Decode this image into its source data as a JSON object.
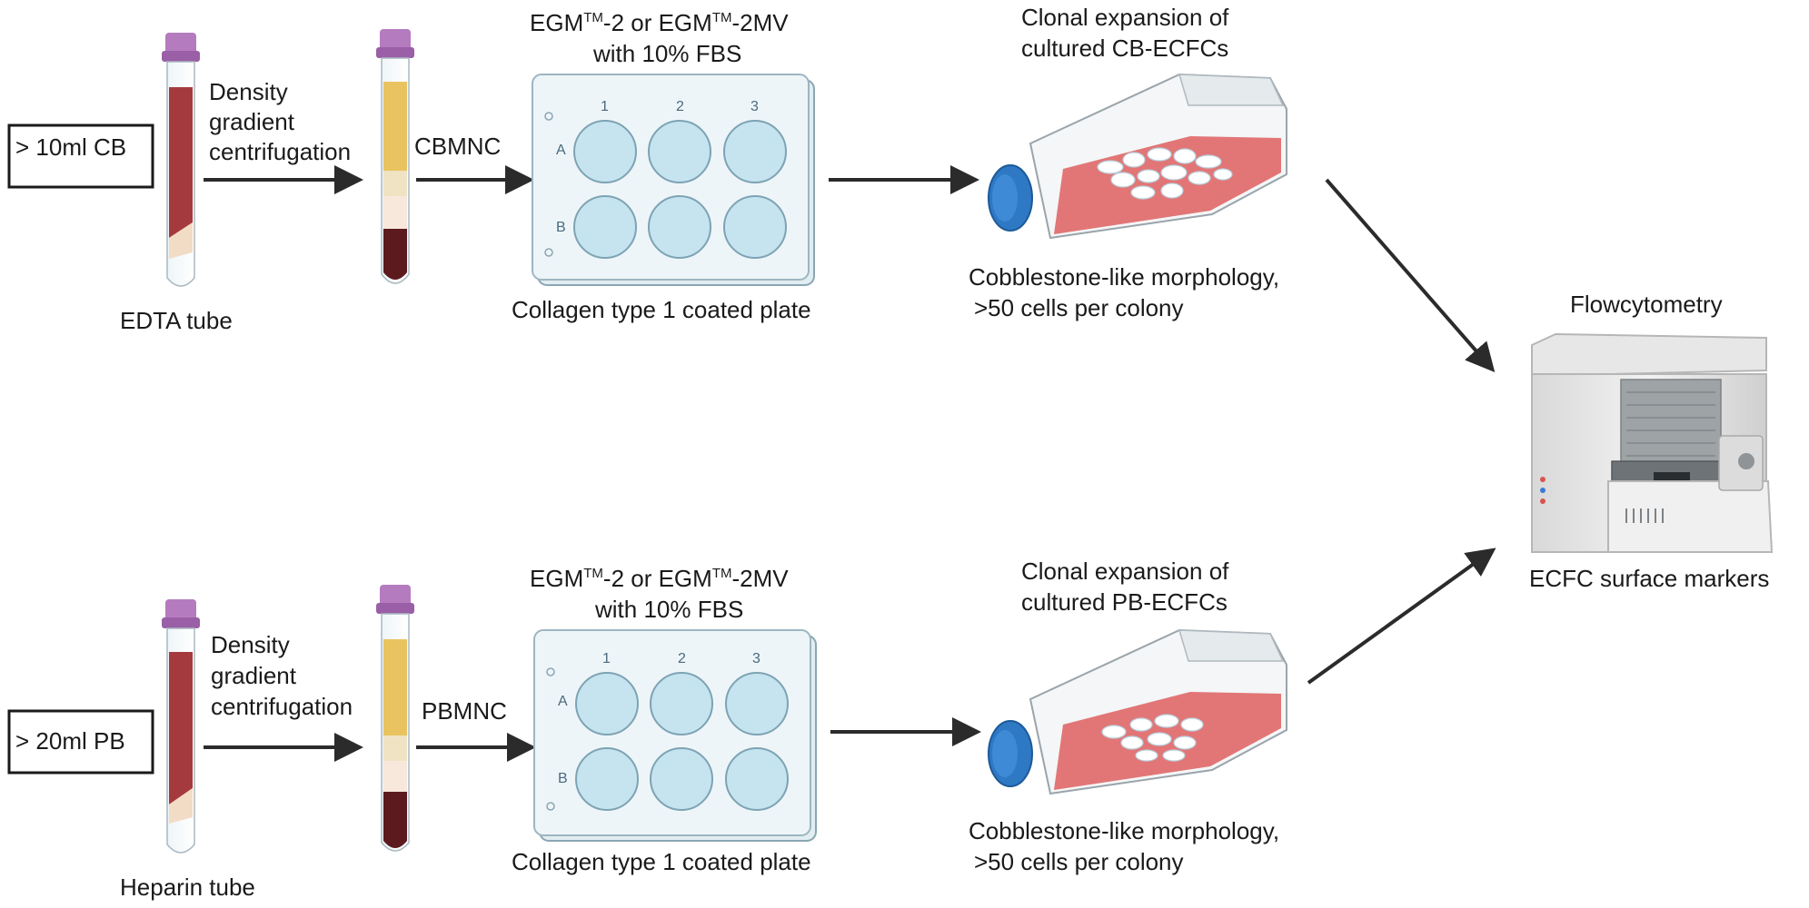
{
  "top_row": {
    "source_box": "> 10ml CB",
    "tube_label": "EDTA tube",
    "step1_lines": [
      "Density",
      "gradient",
      "centrifugation"
    ],
    "cell_label": "CBMNC",
    "medium_line1": {
      "a": "EGM",
      "tm1": "TM",
      "b": "-2 or EGM",
      "tm2": "TM",
      "c": "-2MV"
    },
    "medium_line2": "with 10% FBS",
    "plate_label": "Collagen type 1 coated plate",
    "plate_cols": [
      "1",
      "2",
      "3"
    ],
    "plate_rows": [
      "A",
      "B"
    ],
    "expansion_lines": [
      "Clonal expansion of",
      "cultured CB-ECFCs"
    ],
    "morphology_lines": [
      "Cobblestone-like morphology,",
      ">50 cells per colony"
    ]
  },
  "bottom_row": {
    "source_box": "> 20ml PB",
    "tube_label": "Heparin tube",
    "step1_lines": [
      "Density",
      "gradient",
      "centrifugation"
    ],
    "cell_label": "PBMNC",
    "medium_line1": {
      "a": "EGM",
      "tm1": "TM",
      "b": "-2 or EGM",
      "tm2": "TM",
      "c": "-2MV"
    },
    "medium_line2": "with 10% FBS",
    "plate_label": "Collagen type 1 coated plate",
    "plate_cols": [
      "1",
      "2",
      "3"
    ],
    "plate_rows": [
      "A",
      "B"
    ],
    "expansion_lines": [
      "Clonal expansion of",
      "cultured PB-ECFCs"
    ],
    "morphology_lines": [
      "Cobblestone-like morphology,",
      ">50 cells per colony"
    ]
  },
  "flow": {
    "title": "Flowcytometry",
    "caption": "ECFC surface markers"
  },
  "colors": {
    "tube_cap": "#b57bbf",
    "blood": "#a53a3e",
    "plasma": "#e9c35f",
    "buffy": "#efe3c4",
    "rbc": "#5c1a1f",
    "well_fill": "#c5e4ef",
    "flask_medium": "#e06a6a",
    "flask_cap": "#2f78c4"
  }
}
